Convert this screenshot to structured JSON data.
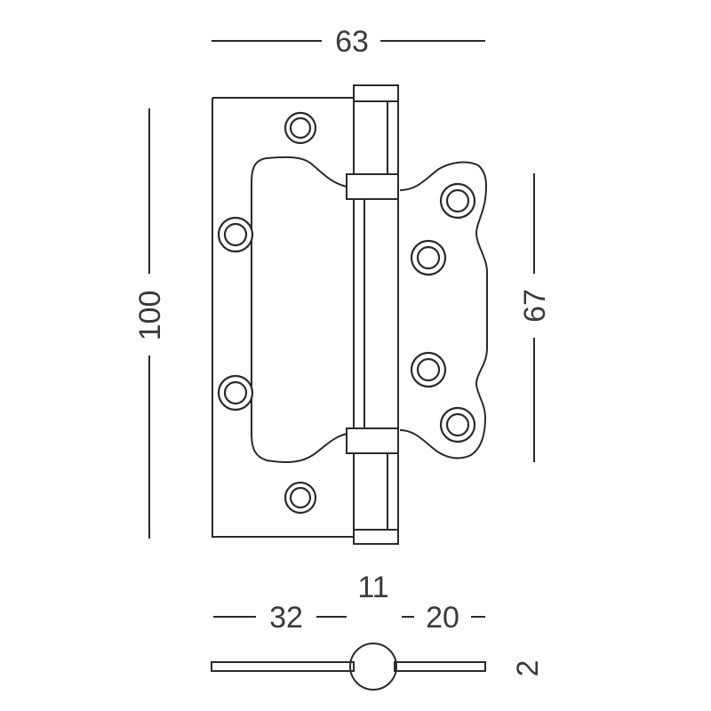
{
  "drawing": {
    "type": "technical-dimension-drawing",
    "subject_icon": "butterfly-hinge-icon",
    "units": "mm",
    "line_color": "#2a2a2a",
    "text_color": "#3a3a3a",
    "background": "#ffffff"
  },
  "dimensions": {
    "total_width": "63",
    "total_height": "100",
    "inner_leaf_height": "67",
    "knuckle_diameter": "11",
    "large_leaf_width": "32",
    "small_leaf_width": "20",
    "thickness": "2"
  }
}
